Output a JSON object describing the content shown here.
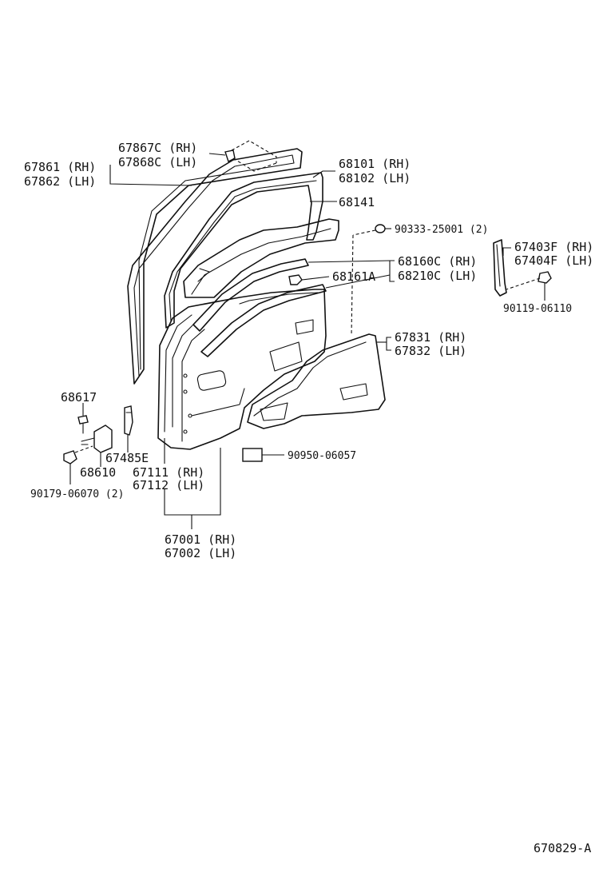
{
  "diagram": {
    "figure_code": "670829-A",
    "labels": {
      "p67867C": "67867C (RH)",
      "p67868C": "67868C (LH)",
      "p67861": "67861 (RH)",
      "p67862": "67862 (LH)",
      "p68101": "68101 (RH)",
      "p68102": "68102 (LH)",
      "p68141": "68141",
      "p90333": "90333-25001 (2)",
      "p67403F": "67403F (RH)",
      "p67404F": "67404F (LH)",
      "p68160C": "68160C (RH)",
      "p68210C": "68210C (LH)",
      "p68161A": "68161A",
      "p90119": "90119-06110",
      "p67831": "67831 (RH)",
      "p67832": "67832 (LH)",
      "p68617": "68617",
      "p67485E": "67485E",
      "p68610": "68610",
      "p67111": "67111 (RH)",
      "p67112": "67112 (LH)",
      "p90950": "90950-06057",
      "p90179": "90179-06070 (2)",
      "p67001": "67001 (RH)",
      "p67002": "67002 (LH)"
    }
  }
}
